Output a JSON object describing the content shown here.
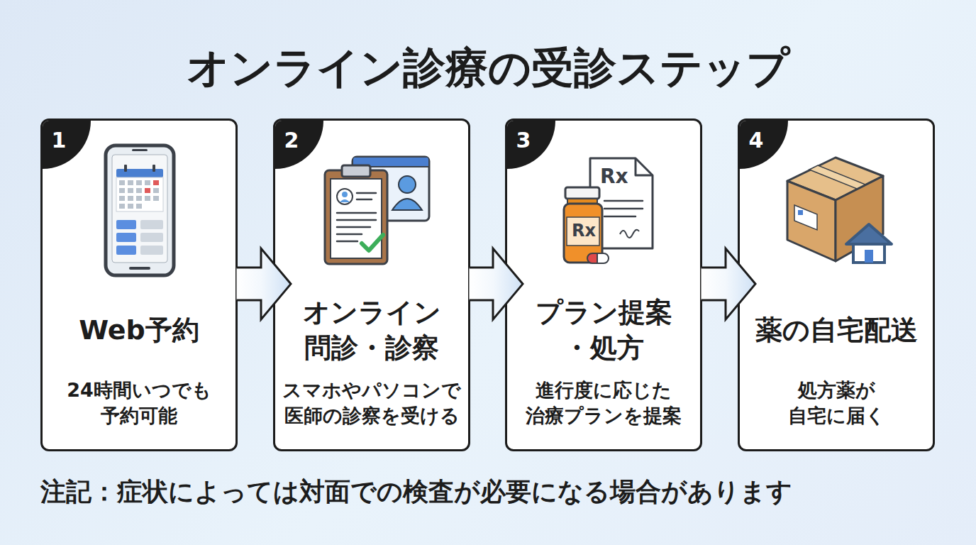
{
  "diagram": {
    "title": "オンライン診療の受診ステップ",
    "nodes": [
      {
        "text": [
          "Web予約",
          "24時間いつでも 予約可能"
        ]
      },
      {
        "text": [
          "1"
        ],
        "in": 0
      },
      {
        "text": [
          "オンライン 問診・診察",
          "スマホやパソコンで 医師の診察を受ける"
        ]
      },
      {
        "text": [
          "2"
        ],
        "in": 2
      },
      {
        "text": [
          "プラン提案 ・処方",
          "進行度に応じた 治療プランを提案"
        ]
      },
      {
        "text": [
          "3"
        ],
        "in": 4
      },
      {
        "text": [
          "薬の自宅配送",
          "処方薬が 自宅に届く"
        ]
      },
      {
        "text": [
          "4"
        ],
        "in": 6
      }
    ],
    "edges": [
      {
        "from": 0,
        "to": 2,
        "arrow": "to"
      },
      {
        "from": 2,
        "to": 4,
        "arrow": "to"
      },
      {
        "from": 4,
        "to": 6,
        "arrow": "to"
      }
    ],
    "labels": [
      "注記：症状によっては対面での検査が必要になる場合があります",
      "Rx",
      "Rx"
    ]
  }
}
